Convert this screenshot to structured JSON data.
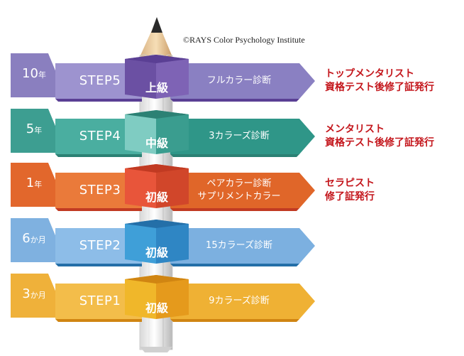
{
  "copyright": "©RAYS Color Psychology Institute",
  "steps": [
    {
      "years_num": "10",
      "years_unit": "年",
      "step": "STEP5",
      "level": "上級",
      "content": [
        "フルカラー診断"
      ],
      "result": [
        "トップメンタリスト",
        "資格テスト後修了証発行"
      ],
      "colors": {
        "tab": "#8a7fbf",
        "band": "#9d93cf",
        "arrow": "#8a80c2",
        "hexL": "#6b50a3",
        "hexR": "#7e63b5",
        "hexF": "#5a3f94"
      }
    },
    {
      "years_num": "5",
      "years_unit": "年",
      "step": "STEP4",
      "level": "中級",
      "content": [
        "3カラーズ診断"
      ],
      "result": [
        "メンタリスト",
        "資格テスト後修了証発行"
      ],
      "colors": {
        "tab": "#3d9e91",
        "band": "#4aaea0",
        "arrow": "#2f9688",
        "hexL": "#7fccc2",
        "hexR": "#3a9d8f",
        "hexF": "#2c8174"
      }
    },
    {
      "years_num": "1",
      "years_unit": "年",
      "step": "STEP3",
      "level": "初級",
      "content": [
        "ペアカラー診断",
        "サプリメントカラー"
      ],
      "result": [
        "セラピスト",
        "修了証発行"
      ],
      "colors": {
        "tab": "#e2672c",
        "band": "#ea7a3a",
        "arrow": "#e06629",
        "hexL": "#e8553a",
        "hexR": "#d1462a",
        "hexF": "#c13a22"
      }
    },
    {
      "years_num": "6",
      "years_unit": "か月",
      "step": "STEP2",
      "level": "初級",
      "content": [
        "15カラーズ診断"
      ],
      "result": [],
      "colors": {
        "tab": "#7fb1e0",
        "band": "#8dbde8",
        "arrow": "#7cb0e0",
        "hexL": "#3f9fd8",
        "hexR": "#2f86c4",
        "hexF": "#246fa8"
      }
    },
    {
      "years_num": "3",
      "years_unit": "か月",
      "step": "STEP1",
      "level": "初級",
      "content": [
        "9カラーズ診断"
      ],
      "result": [],
      "colors": {
        "tab": "#efb13a",
        "band": "#f3bd4a",
        "arrow": "#efb134",
        "hexL": "#f0b72a",
        "hexR": "#e59a1c",
        "hexF": "#d08512"
      }
    }
  ]
}
